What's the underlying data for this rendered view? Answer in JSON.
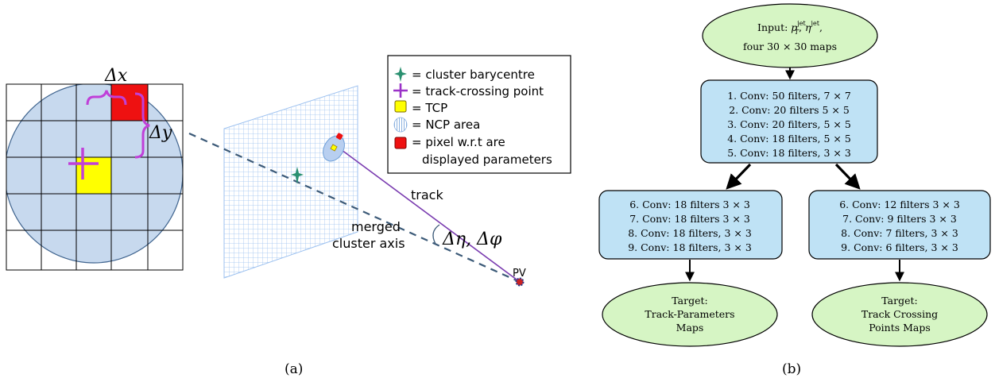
{
  "panel_a": {
    "caption": "(a)",
    "grid_labels": {
      "dx": "Δx",
      "dy": "Δy"
    },
    "legend": {
      "items": [
        {
          "symbol": "star",
          "label": "= cluster barycentre",
          "color": "#2a9070"
        },
        {
          "symbol": "cross",
          "label": "= track-crossing point",
          "color": "#9a32c8"
        },
        {
          "symbol": "yellow-square",
          "label": "= TCP",
          "color": "#ffff00"
        },
        {
          "symbol": "hatched-ellipse",
          "label": "= NCP area",
          "color": "#b8cff0"
        },
        {
          "symbol": "red-square",
          "label": "= pixel w.r.t are",
          "color": "#ee1111"
        },
        {
          "symbol": "none",
          "label": "displayed parameters"
        }
      ]
    },
    "labels": {
      "track": "track",
      "merged_line1": "merged",
      "merged_line2": "cluster axis",
      "angle": "Δη, Δφ",
      "pv": "PV"
    }
  },
  "panel_b": {
    "caption": "(b)",
    "input_lines": [
      "Input: p_T^jet, η^jet,",
      "four 30 × 30 maps"
    ],
    "common_block": [
      "1. Conv: 50 filters, 7 × 7",
      "2. Conv: 20 filters 5 × 5",
      "3. Conv: 20 filters, 5 × 5",
      "4. Conv: 18 filters, 5 × 5",
      "5. Conv: 18 filters, 3 × 3"
    ],
    "left_block": [
      "6. Conv: 18 filters 3 × 3",
      "7. Conv: 18 filters 3 × 3",
      "8. Conv: 18 filters, 3 × 3",
      "9. Conv: 18 filters, 3 × 3"
    ],
    "right_block": [
      "6. Conv: 12 filters 3 × 3",
      "7. Conv: 9 filters 3 × 3",
      "8. Conv: 7 filters, 3 × 3",
      "9. Conv: 6 filters, 3 × 3"
    ],
    "left_target": [
      "Target:",
      "Track-Parameters",
      "Maps"
    ],
    "right_target": [
      "Target:",
      "Track Crossing",
      "Points Maps"
    ],
    "colors": {
      "box_fill": "#bfe2f5",
      "ellipse_fill": "#d6f5c4"
    }
  }
}
